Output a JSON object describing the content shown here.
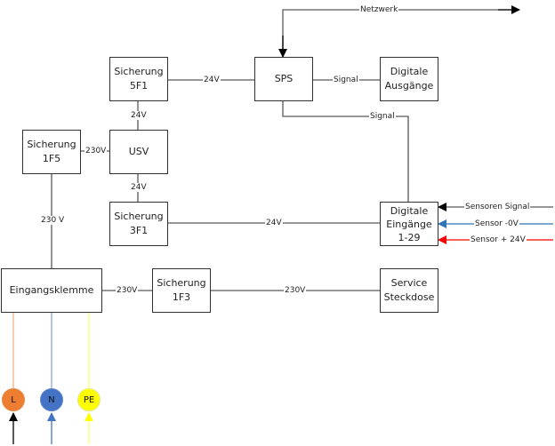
{
  "colors": {
    "line": "#595959",
    "phase_L": "#ED7D31",
    "neutral_N": "#4472C4",
    "earth_PE": "#FFFF00",
    "sensor_signal": "#000000",
    "sensor_0v": "#2E75B6",
    "sensor_24v": "#FF0000"
  },
  "blocks": {
    "sps": [
      "SPS"
    ],
    "digitale_ausgaenge": [
      "Digitale",
      "Ausgänge"
    ],
    "sicherung_5f1": [
      "Sicherung",
      "5F1"
    ],
    "usv": [
      "USV"
    ],
    "sicherung_1f5": [
      "Sicherung",
      "1F5"
    ],
    "sicherung_3f1": [
      "Sicherung",
      "3F1"
    ],
    "digitale_eingaenge": [
      "Digitale",
      "Eingänge",
      "1-29"
    ],
    "eingangsklemme": [
      "Eingangsklemme"
    ],
    "sicherung_1f3": [
      "Sicherung",
      "1F3"
    ],
    "service_steckdose": [
      "Service",
      "Steckdose"
    ]
  },
  "connection_labels": {
    "netzwerk": "Netzwerk",
    "sps_to_ausgaenge": "Signal",
    "sps_to_eingaenge": "Signal",
    "5f1_to_sps": "24V",
    "5f1_to_usv": "24V",
    "1f5_to_usv": "230V",
    "usv_to_3f1": "24V",
    "1f5_to_klemme": "230 V",
    "3f1_to_eingaenge": "24V",
    "klemme_to_1f3": "230V",
    "1f3_to_steckdose": "230V",
    "sensor_signal": "Sensoren Signal",
    "sensor_0v": "Sensor -0V",
    "sensor_24v": "Sensor + 24V"
  },
  "terminals": {
    "L": "L",
    "N": "N",
    "PE": "PE"
  }
}
